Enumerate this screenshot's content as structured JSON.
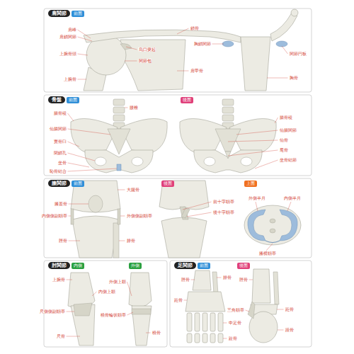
{
  "diagram": {
    "nodes": [
      {
        "text": [
          "肩関節"
        ]
      },
      {
        "text": [
          "前面"
        ]
      },
      {
        "text": [
          "骨盤"
        ]
      },
      {
        "text": [
          "前面"
        ]
      },
      {
        "text": [
          "後面"
        ]
      },
      {
        "text": [
          "膝関節"
        ]
      },
      {
        "text": [
          "前面"
        ]
      },
      {
        "text": [
          "後面"
        ]
      },
      {
        "text": [
          "上面"
        ]
      },
      {
        "text": [
          "肘関節"
        ]
      },
      {
        "text": [
          "内側"
        ]
      },
      {
        "text": [
          "外側"
        ]
      },
      {
        "text": [
          "足関節"
        ]
      },
      {
        "text": [
          "前面"
        ]
      },
      {
        "text": [
          "後面"
        ]
      }
    ],
    "labels": [
      "鎖骨",
      "肩峰",
      "肩鎖関節",
      "上腕骨頭",
      "烏口突起",
      "関節包",
      "上腕骨",
      "肩甲骨",
      "胸鎖関節",
      "関節円板",
      "胸骨",
      "腰椎",
      "腸骨稜",
      "仙腸関節",
      "寛骨臼",
      "閉鎖孔",
      "坐骨",
      "恥骨結合",
      "腸骨稜",
      "仙腸関節",
      "仙骨",
      "尾骨",
      "坐骨結節",
      "大腿骨",
      "膝蓋骨",
      "内側側副靱帯",
      "外側側副靱帯",
      "脛骨",
      "腓骨",
      "前十字靱帯",
      "後十字靱帯",
      "外側半月",
      "内側半月",
      "膝横靱帯",
      "上腕骨",
      "内側上顆",
      "尺側側副靱帯",
      "尺骨",
      "外側上顆",
      "橈骨輪状靱帯",
      "橈骨",
      "脛骨",
      "腓骨",
      "距骨",
      "中足骨",
      "趾骨",
      "三角靱帯",
      "距骨",
      "踵骨",
      "脛骨"
    ]
  }
}
